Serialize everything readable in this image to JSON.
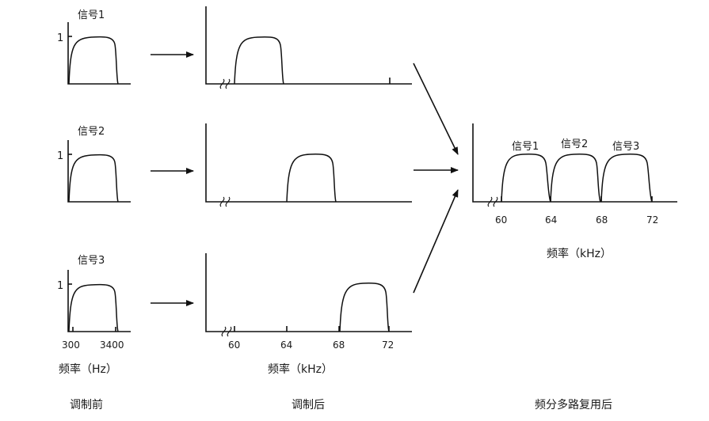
{
  "signals": {
    "s1": "信号1",
    "s2": "信号2",
    "s3": "信号3"
  },
  "amplitude_label": "1",
  "baseband_ticks": [
    "300",
    "3400"
  ],
  "khz_ticks": [
    "60",
    "64",
    "68",
    "72"
  ],
  "axis_labels": {
    "baseband": "频率（Hz）",
    "modulated": "频率（kHz）",
    "multiplexed": "频率（kHz）"
  },
  "captions": {
    "before": "调制前",
    "after": "调制后",
    "fdm": "频分多路复用后"
  }
}
